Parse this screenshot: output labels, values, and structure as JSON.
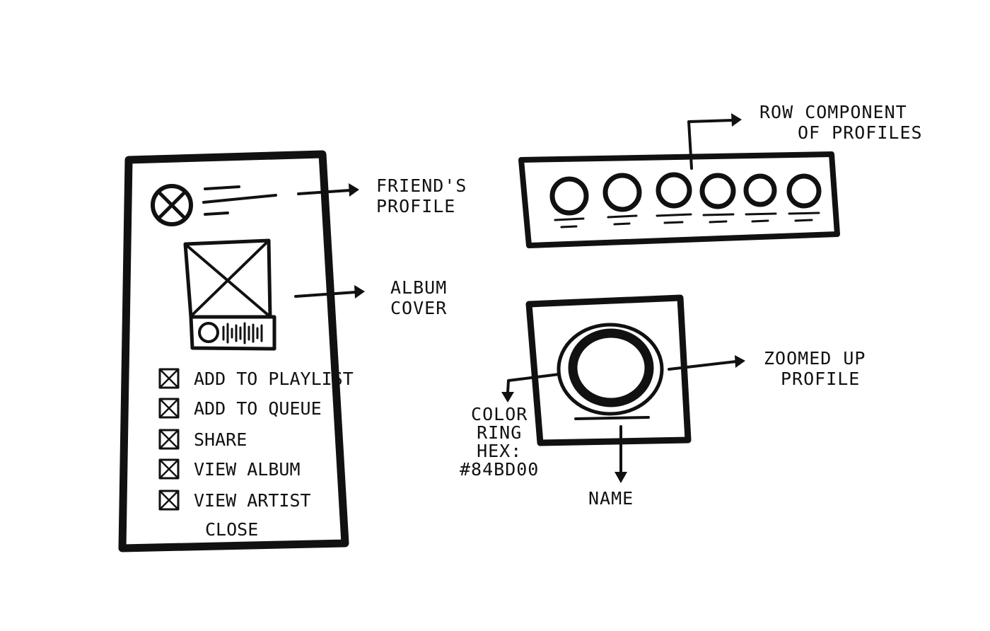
{
  "menu": {
    "items": [
      {
        "label": "ADD TO PLAYLIST"
      },
      {
        "label": "ADD TO QUEUE"
      },
      {
        "label": "SHARE"
      },
      {
        "label": "VIEW ALBUM"
      },
      {
        "label": "VIEW ARTIST"
      }
    ],
    "close_label": "CLOSE"
  },
  "annotations": {
    "friends_profile": [
      "FRIEND'S",
      "PROFILE"
    ],
    "album_cover": [
      "ALBUM",
      "COVER"
    ],
    "row_component": [
      "ROW COMPONENT",
      "OF PROFILES"
    ],
    "zoomed_profile": [
      "ZOOMED UP",
      "PROFILE"
    ],
    "color_ring": [
      "COLOR",
      "RING",
      "HEX:",
      "#84BD00"
    ],
    "name": "NAME"
  },
  "icons": {
    "avatar": "avatar-placeholder-icon",
    "album": "image-placeholder-icon",
    "checkbox": "crossed-box-icon",
    "arrow": "arrow-right-icon"
  }
}
